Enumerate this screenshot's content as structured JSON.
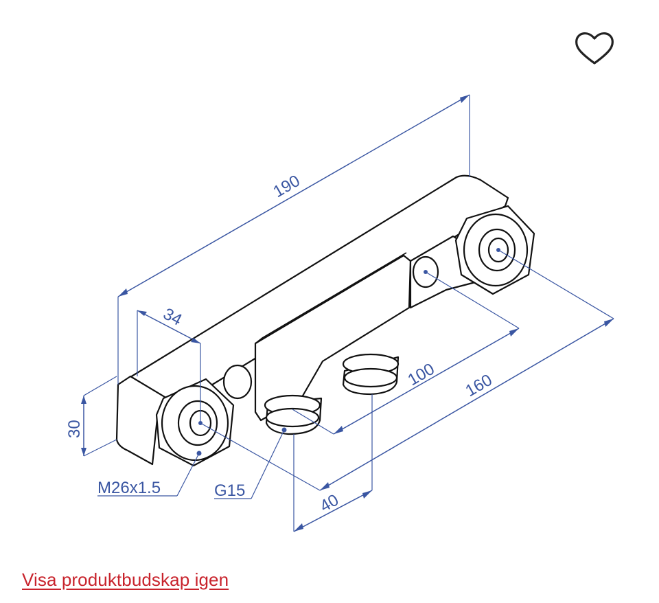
{
  "product_image": {
    "alt": "Technical drawing",
    "dimensions": {
      "overall_length": "190",
      "end_offset": "34",
      "inlet_spacing": "100",
      "outlet_spacing": "160",
      "outlet_depth": "40",
      "height": "30",
      "thread_outlet": "M26x1.5",
      "thread_inlet": "G15"
    }
  },
  "favorite": {
    "icon": "heart-outline-icon"
  },
  "links": {
    "reshow_product_message": "Visa produktbudskap igen"
  },
  "colors": {
    "dimension_line": "#3a56a2",
    "link": "#c8232c",
    "outline": "#111111"
  }
}
